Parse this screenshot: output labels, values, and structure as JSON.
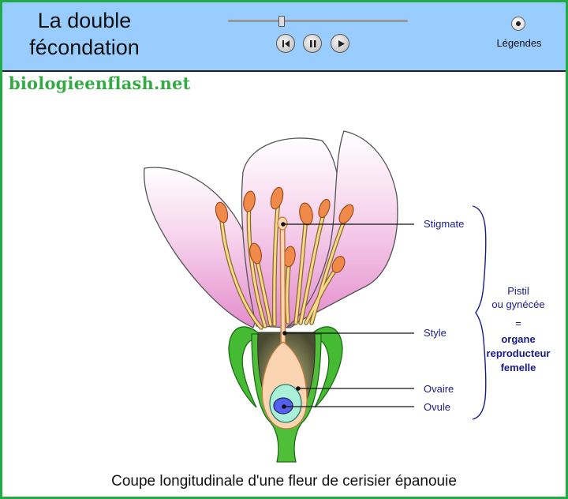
{
  "header": {
    "title_line1": "La double",
    "title_line2": "fécondation",
    "legend_label": "Légendes"
  },
  "player": {
    "progress": 0.3,
    "controls": [
      "rewind",
      "pause",
      "play"
    ]
  },
  "site_name": "biologieenflash.net",
  "diagram": {
    "labels": {
      "stigmate": "Stigmate",
      "style": "Style",
      "ovaire": "Ovaire",
      "ovule": "Ovule"
    },
    "bracket": {
      "line1": "Pistil",
      "line2": "ou gynécée",
      "line3": "=",
      "line4": "organe",
      "line5": "reproducteur",
      "line6": "femelle"
    }
  },
  "caption": "Coupe longitudinale d'une fleur de cerisier épanouie",
  "colors": {
    "border": "#22aa44",
    "header_bg": "#99ccff",
    "site_text": "#33aa44",
    "label_text": "#1a1a88",
    "petal": "#f3c3e4",
    "anther": "#f08a4a",
    "sepal": "#44bb33"
  }
}
